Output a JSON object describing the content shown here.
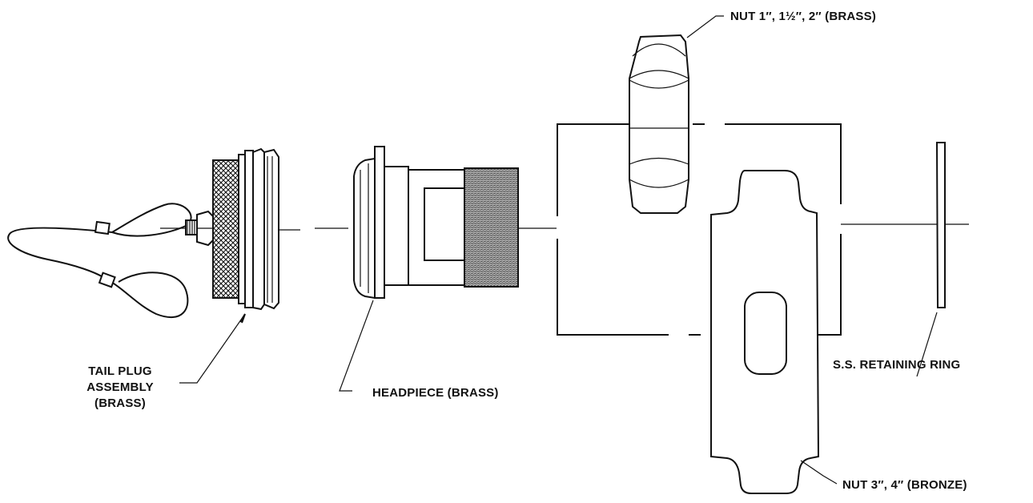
{
  "labels": {
    "tail_plug_1": "TAIL PLUG",
    "tail_plug_2": "ASSEMBLY",
    "tail_plug_3": "(BRASS)",
    "headpiece": "HEADPIECE (BRASS)",
    "nut_brass": "NUT 1″, 1½″, 2″ (BRASS)",
    "retaining_ring": "S.S. RETAINING RING",
    "nut_bronze": "NUT 3″, 4″ (BRONZE)"
  },
  "colors": {
    "line": "#111111",
    "background": "#ffffff"
  }
}
